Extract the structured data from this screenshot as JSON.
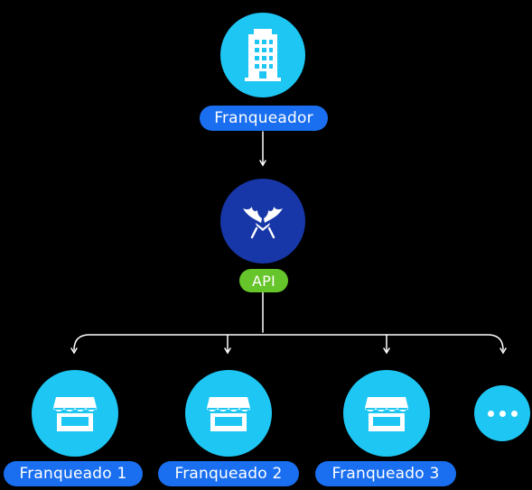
{
  "colors": {
    "node_cyan": "#1ec6f3",
    "node_navy": "#1737a8",
    "label_blue": "#1a6ff0",
    "label_green": "#66c52a",
    "connector": "#ffffff",
    "background": "#000000"
  },
  "top_node": {
    "icon": "building-icon",
    "label": "Franqueador"
  },
  "api_node": {
    "icon": "winged-logo-icon",
    "label": "API"
  },
  "franchisees": [
    {
      "icon": "storefront-icon",
      "label": "Franqueado 1"
    },
    {
      "icon": "storefront-icon",
      "label": "Franqueado 2"
    },
    {
      "icon": "storefront-icon",
      "label": "Franqueado 3"
    },
    {
      "icon": "more-dots-icon",
      "label": ""
    }
  ]
}
